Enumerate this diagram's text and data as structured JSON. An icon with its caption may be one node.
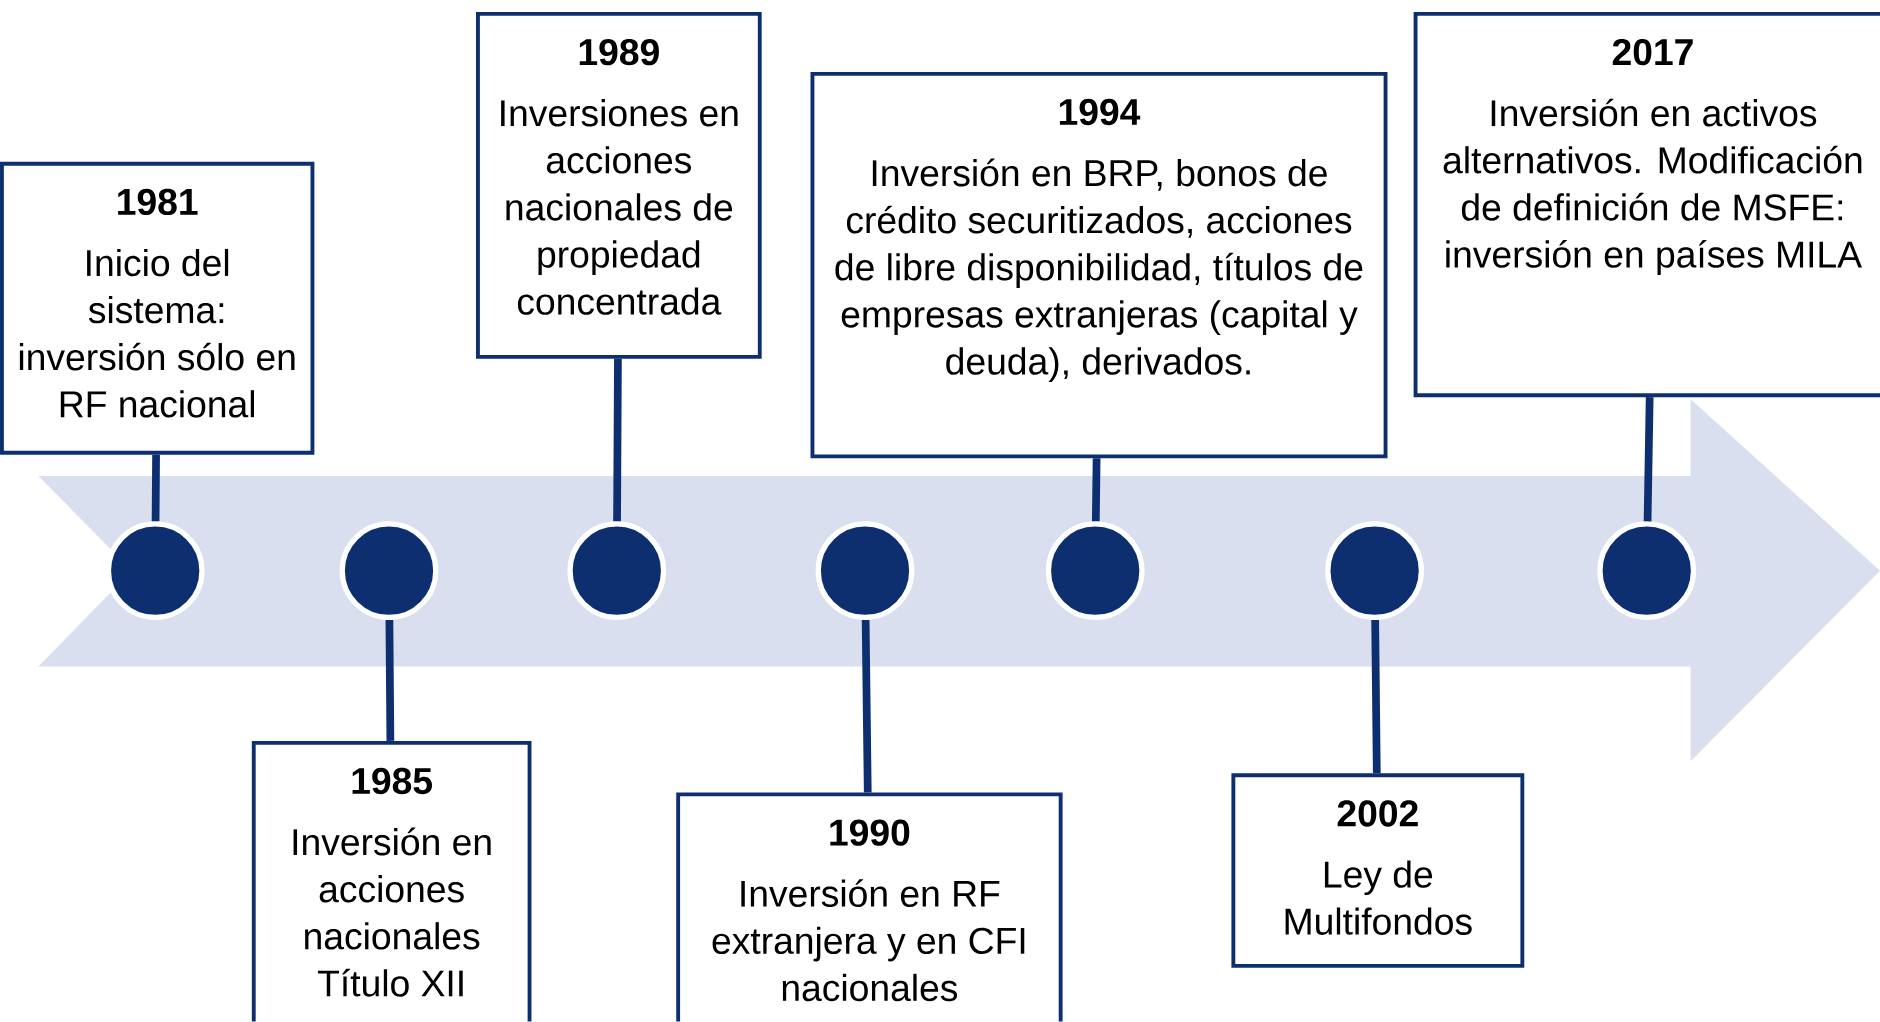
{
  "diagram": {
    "nodes": [
      {
        "text": [
          "1981",
          "Inicio del sistema: inversión sólo en RF nacional"
        ]
      },
      {
        "text": [
          "1985",
          "Inversión en acciones nacionales Título XII"
        ]
      },
      {
        "text": [
          "1989",
          "Inversiones en acciones nacionales de propiedad concentrada"
        ]
      },
      {
        "text": [
          "1990",
          "Inversión en RF extranjera y en CFI nacionales"
        ]
      },
      {
        "text": [
          "1994",
          "Inversión en BRP, bonos de crédito securitizados, acciones de libre disponibilidad, títulos de empresas extranjeras (capital y deuda), derivados."
        ]
      },
      {
        "text": [
          "2002",
          "Ley de Multifondos"
        ]
      },
      {
        "text": [
          "2017",
          "Inversión en activos alternativos. Modificación de definición de MSFE: inversión en países MILA"
        ]
      },
      {
        "text": [],
        "shape": "arrow"
      },
      {
        "text": [],
        "shape": "circle",
        "in": 7
      },
      {
        "text": [],
        "shape": "circle",
        "in": 7
      },
      {
        "text": [],
        "shape": "circle",
        "in": 7
      },
      {
        "text": [],
        "shape": "circle",
        "in": 7
      },
      {
        "text": [],
        "shape": "circle",
        "in": 7
      },
      {
        "text": [],
        "shape": "circle",
        "in": 7
      },
      {
        "text": [],
        "shape": "circle",
        "in": 7
      }
    ],
    "edges": [
      {
        "from": 0,
        "to": 8,
        "arrow": "none"
      },
      {
        "from": 1,
        "to": 9,
        "arrow": "none"
      },
      {
        "from": 2,
        "to": 10,
        "arrow": "none"
      },
      {
        "from": 3,
        "to": 11,
        "arrow": "none"
      },
      {
        "from": 4,
        "to": 12,
        "arrow": "none"
      },
      {
        "from": 5,
        "to": 13,
        "arrow": "none"
      },
      {
        "from": 6,
        "to": 14,
        "arrow": "none"
      }
    ]
  }
}
